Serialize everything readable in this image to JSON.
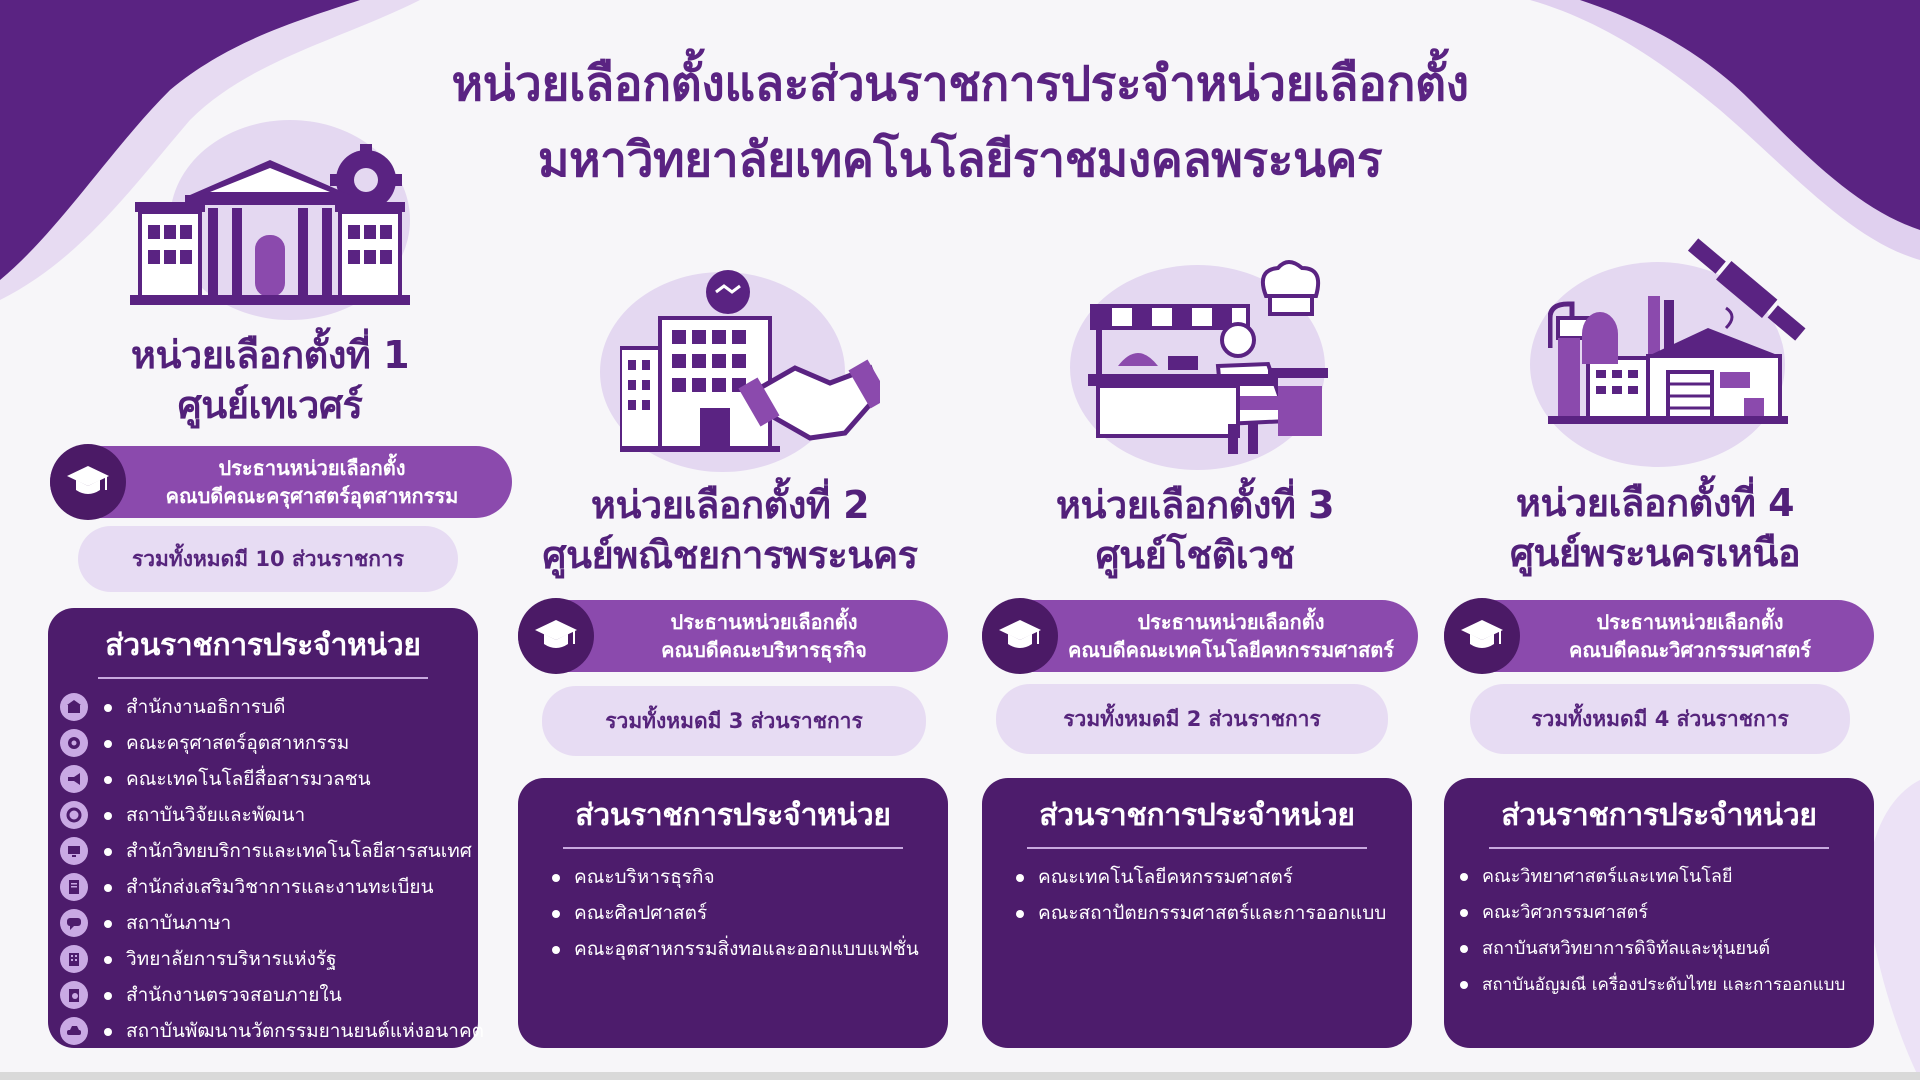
{
  "page": {
    "title_line1": "หน่วยเลือกตั้งและส่วนราชการประจำหน่วยเลือกตั้ง",
    "title_line2": "มหาวิทยาลัยเทคโนโลยีราชมงคลพระนคร"
  },
  "colors": {
    "primary": "#5a2382",
    "dark_box": "#4d1c6c",
    "pill": "#8b4aad",
    "light_pill": "#e7dcf3",
    "background": "#f7f6f9"
  },
  "list_heading": "ส่วนราชการประจำหน่วย",
  "units": [
    {
      "title_line1": "หน่วยเลือกตั้งที่ 1",
      "title_line2": "ศูนย์เทเวศร์",
      "illustration": "university-building-gear-icon",
      "chair_line1": "ประธานหน่วยเลือกตั้ง",
      "chair_line2": "คณบดีคณะครุศาสตร์อุตสาหกรรม",
      "total": "รวมทั้งหมดมี 10 ส่วนราชการ",
      "items": [
        {
          "icon": "building-icon",
          "label": "สำนักงานอธิการบดี"
        },
        {
          "icon": "gear-people-icon",
          "label": "คณะครุศาสตร์อุตสาหกรรม"
        },
        {
          "icon": "megaphone-icon",
          "label": "คณะเทคโนโลยีสื่อสารมวลชน"
        },
        {
          "icon": "research-gear-icon",
          "label": "สถาบันวิจัยและพัฒนา"
        },
        {
          "icon": "computer-icon",
          "label": "สำนักวิทยบริการและเทคโนโลยีสารสนเทศ"
        },
        {
          "icon": "document-icon",
          "label": "สำนักส่งเสริมวิชาการและงานทะเบียน"
        },
        {
          "icon": "chat-icon",
          "label": "สถาบันภาษา"
        },
        {
          "icon": "office-icon",
          "label": "วิทยาลัยการบริหารแห่งรัฐ"
        },
        {
          "icon": "audit-icon",
          "label": "สำนักงานตรวจสอบภายใน"
        },
        {
          "icon": "car-icon",
          "label": "สถาบันพัฒนานวัตกรรมยานยนต์แห่งอนาคต"
        }
      ]
    },
    {
      "title_line1": "หน่วยเลือกตั้งที่ 2",
      "title_line2": "ศูนย์พณิชยการพระนคร",
      "illustration": "business-building-handshake-icon",
      "chair_line1": "ประธานหน่วยเลือกตั้ง",
      "chair_line2": "คณบดีคณะบริหารธุรกิจ",
      "total": "รวมทั้งหมดมี 3 ส่วนราชการ",
      "items": [
        {
          "label": "คณะบริหารธุรกิจ"
        },
        {
          "label": "คณะศิลปศาสตร์"
        },
        {
          "label": "คณะอุตสาหกรรมสิ่งทอและออกแบบแฟชั่น"
        }
      ]
    },
    {
      "title_line1": "หน่วยเลือกตั้งที่ 3",
      "title_line2": "ศูนย์โชติเวช",
      "illustration": "chef-kitchen-stall-icon",
      "chair_line1": "ประธานหน่วยเลือกตั้ง",
      "chair_line2": "คณบดีคณะเทคโนโลยีคหกรรมศาสตร์",
      "total": "รวมทั้งหมดมี 2 ส่วนราชการ",
      "items": [
        {
          "label": "คณะเทคโนโลยีคหกรรมศาสตร์"
        },
        {
          "label": "คณะสถาปัตยกรรมศาสตร์และการออกแบบ"
        }
      ]
    },
    {
      "title_line1": "หน่วยเลือกตั้งที่ 4",
      "title_line2": "ศูนย์พระนครเหนือ",
      "illustration": "factory-satellite-icon",
      "chair_line1": "ประธานหน่วยเลือกตั้ง",
      "chair_line2": "คณบดีคณะวิศวกรรมศาสตร์",
      "total": "รวมทั้งหมดมี 4 ส่วนราชการ",
      "items": [
        {
          "label": "คณะวิทยาศาสตร์และเทคโนโลยี"
        },
        {
          "label": "คณะวิศวกรรมศาสตร์"
        },
        {
          "label": "สถาบันสหวิทยาการดิจิทัลและหุ่นยนต์"
        },
        {
          "label": "สถาบันอัญมณี เครื่องประดับไทย และการออกแบบ"
        }
      ]
    }
  ]
}
